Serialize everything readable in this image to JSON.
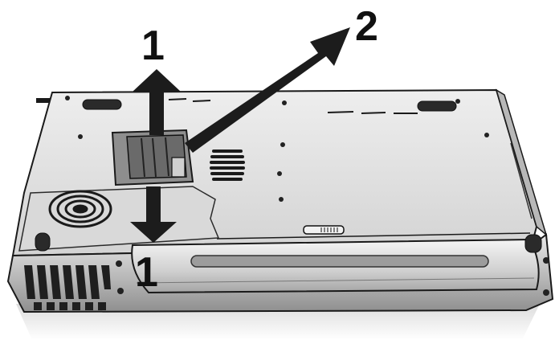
{
  "labels": {
    "step_up": "1",
    "step_down": "1",
    "step_out": "2"
  },
  "colors": {
    "body_light": "#e4e4e4",
    "body_mid": "#c9c9c9",
    "body_dark": "#9a9a9a",
    "outline": "#1a1a1a",
    "arrow": "#1c1c1c",
    "vent": "#2a2a2a"
  }
}
